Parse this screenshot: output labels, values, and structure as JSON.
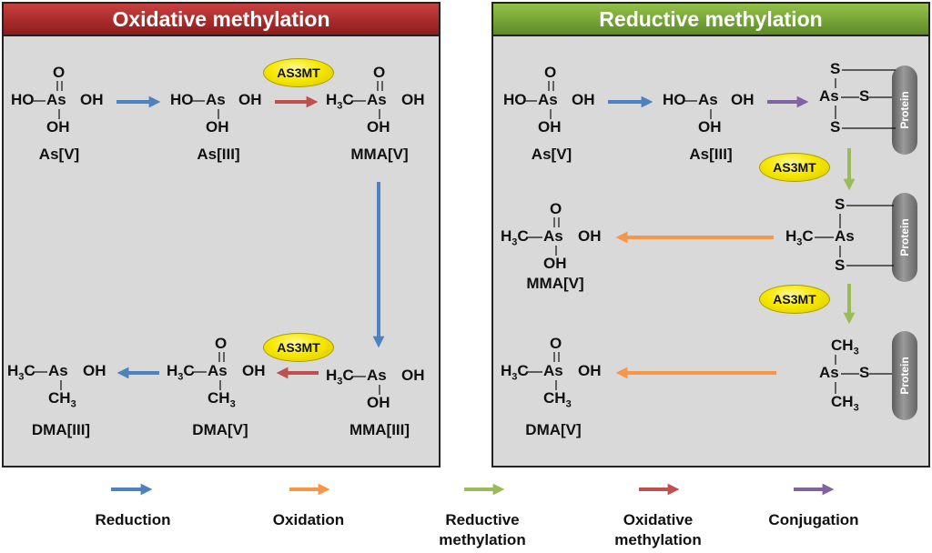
{
  "left_panel": {
    "title": "Oxidative methylation"
  },
  "right_panel": {
    "title": "Reductive methylation"
  },
  "enzyme": "AS3MT",
  "protein": "Protein",
  "atoms": {
    "as": "As",
    "ho": "HO",
    "oh": "OH",
    "o": "O",
    "s": "S",
    "h3c": "H",
    "c": "C",
    "ch": "CH",
    "three": "3"
  },
  "species": {
    "as5": "As[V]",
    "as3": "As[III]",
    "mma5": "MMA[V]",
    "mma3": "MMA[III]",
    "dma5": "DMA[V]",
    "dma3": "DMA[III]"
  },
  "legend": {
    "reduction": "Reduction",
    "oxidation": "Oxidation",
    "reductive1": "Reductive",
    "reductive2": "methylation",
    "oxidative1": "Oxidative",
    "oxidative2": "methylation",
    "conjugation": "Conjugation"
  },
  "colors": {
    "reduction": "#4f81bd",
    "oxidation": "#f79646",
    "reductive_methylation": "#9bbb59",
    "oxidative_methylation": "#c0504d",
    "conjugation": "#8064a2"
  }
}
